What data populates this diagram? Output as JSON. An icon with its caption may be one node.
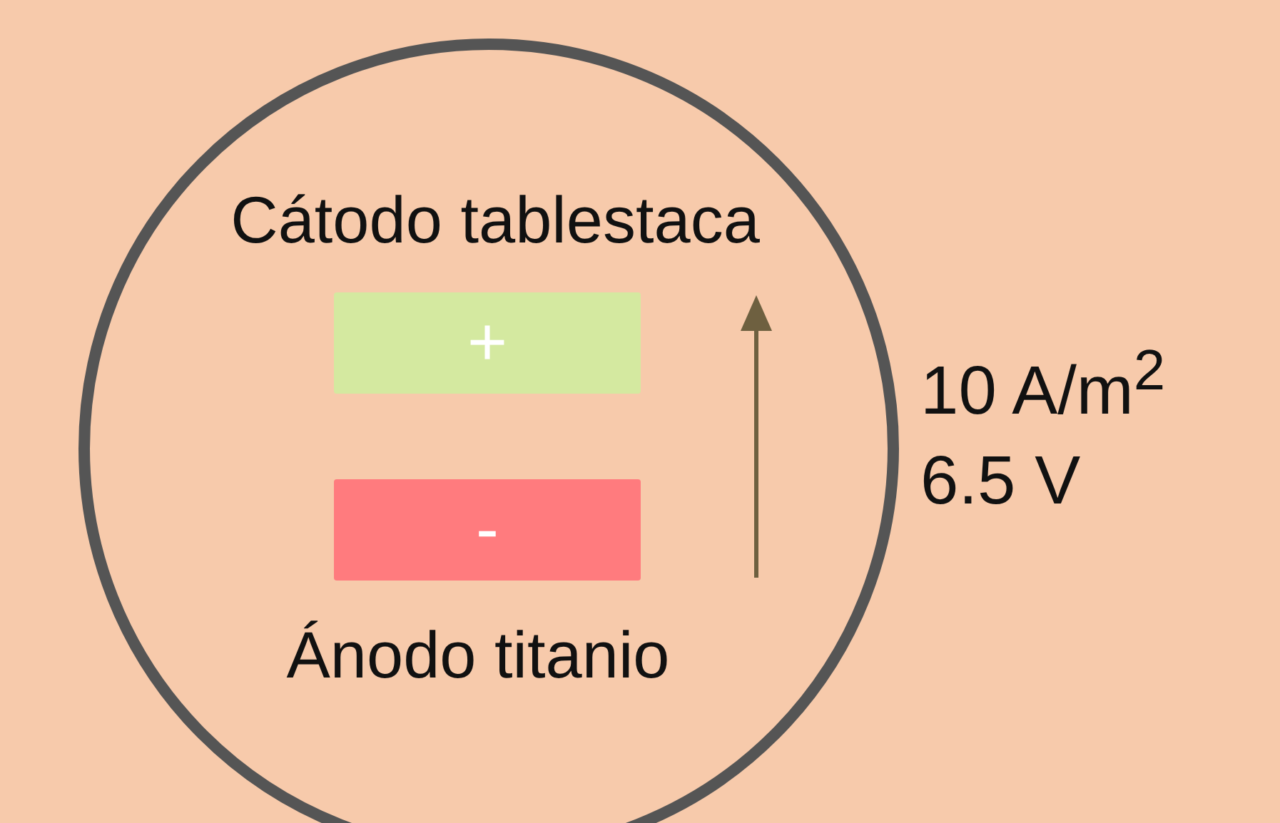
{
  "diagram": {
    "nodes": [
      {
        "text": [],
        "shape": "circle"
      },
      {
        "text": [
          "Cátodo tablestaca",
          "+"
        ],
        "in": 0
      },
      {
        "text": [
          "-",
          "Ánodo titanio"
        ],
        "in": 0
      }
    ],
    "labels": [
      "10 A/m$^{2}$",
      "6.5 V"
    ]
  }
}
